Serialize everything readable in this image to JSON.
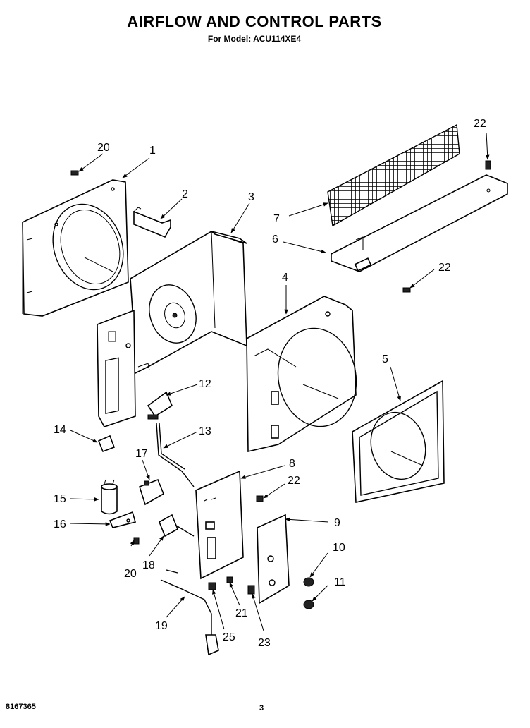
{
  "header": {
    "title": "AIRFLOW AND CONTROL PARTS",
    "subtitle": "For Model: ACU114XE4"
  },
  "footer": {
    "doc_number": "8167365",
    "page_number": "3"
  },
  "callouts": [
    "1",
    "2",
    "3",
    "4",
    "5",
    "6",
    "7",
    "8",
    "9",
    "10",
    "11",
    "12",
    "13",
    "14",
    "15",
    "16",
    "17",
    "18",
    "19",
    "20",
    "21",
    "22",
    "23",
    "25"
  ]
}
